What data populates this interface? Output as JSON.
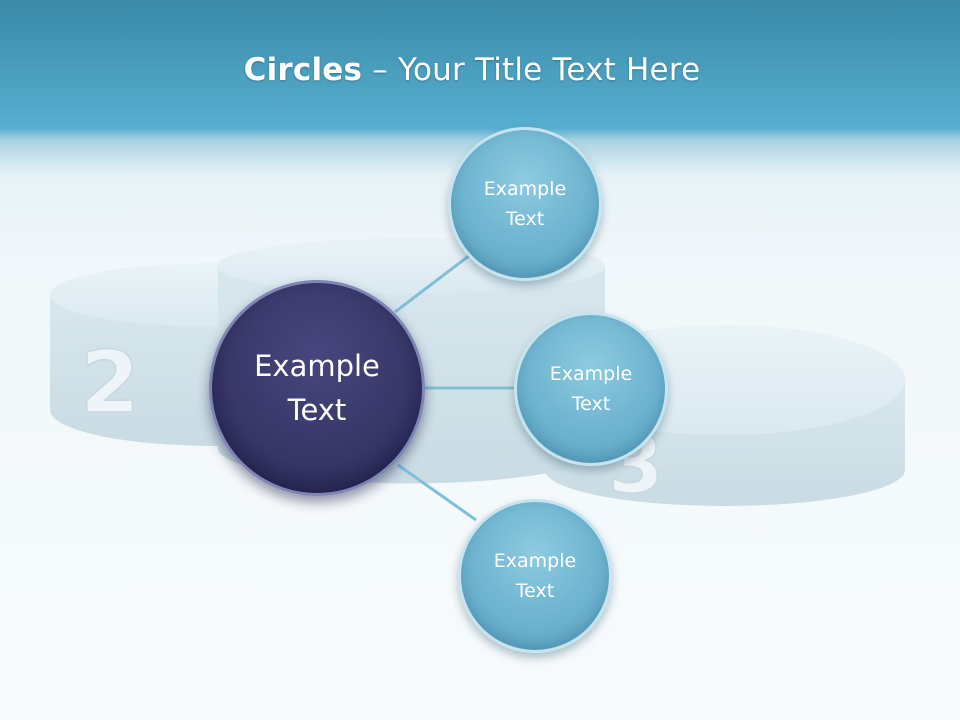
{
  "title": {
    "bold": "Circles",
    "rest": " – Your Title Text Here"
  },
  "podium": {
    "labels": [
      "2",
      "3"
    ]
  },
  "center_circle": {
    "line1": "Example",
    "line2": "Text"
  },
  "outer_circles": [
    {
      "line1": "Example",
      "line2": "Text"
    },
    {
      "line1": "Example",
      "line2": "Text"
    },
    {
      "line1": "Example",
      "line2": "Text"
    }
  ],
  "colors": {
    "header": "#4fa5c5",
    "center_fill": "#373768",
    "outer_fill": "#72b7d2",
    "connector": "#7fc0d8",
    "podium": "#d3e3ea"
  }
}
